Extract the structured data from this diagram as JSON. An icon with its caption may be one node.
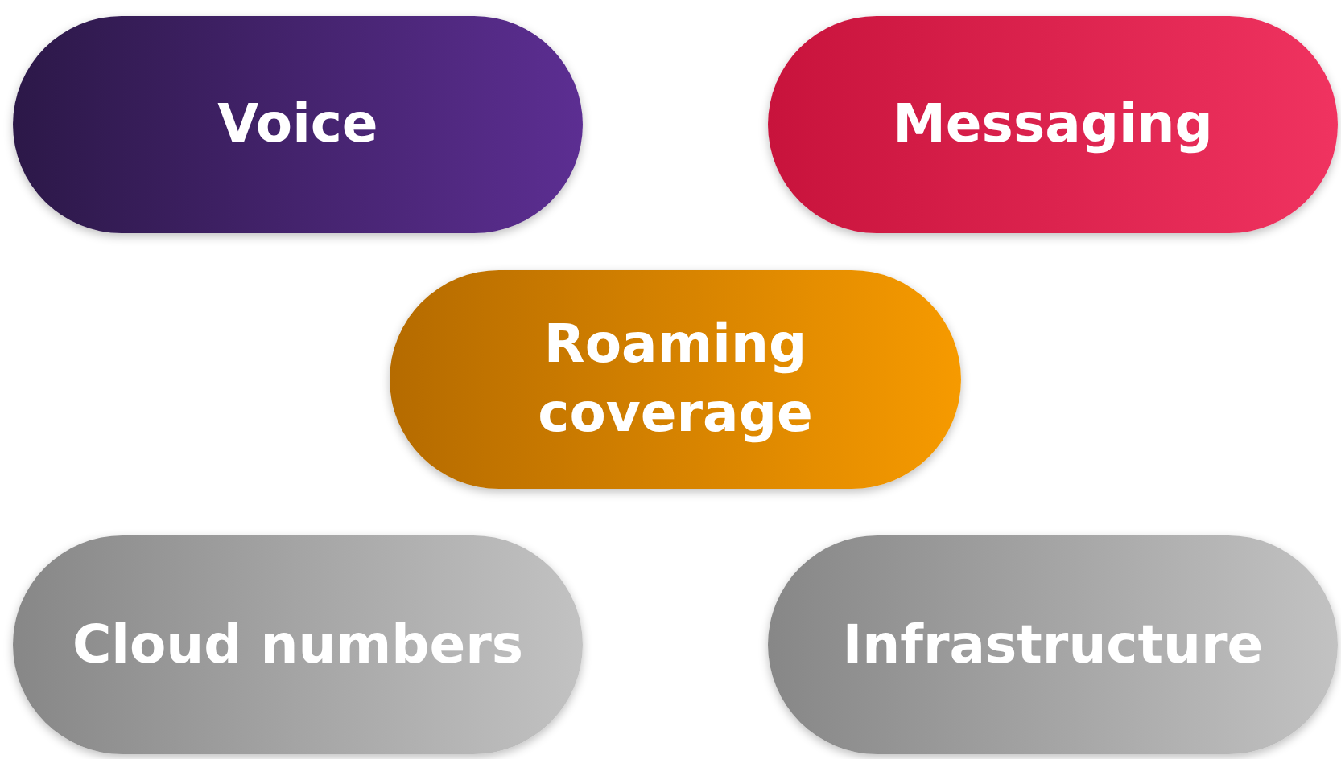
{
  "diagram": {
    "nodes": [
      {
        "text": [
          "Voice"
        ]
      },
      {
        "text": [
          "Messaging"
        ]
      },
      {
        "text": [
          "Roaming coverage"
        ]
      },
      {
        "text": [
          "Cloud numbers"
        ]
      },
      {
        "text": [
          "Infrastructure"
        ]
      }
    ]
  }
}
